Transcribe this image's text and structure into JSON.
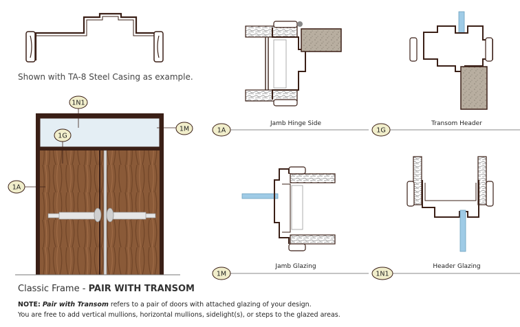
{
  "caption": "Shown with TA-8 Steel Casing as example.",
  "callouts": {
    "transom_panel": "1N1",
    "door_glazing": "1G",
    "mullion": "1M",
    "door_frame": "1A"
  },
  "details": [
    {
      "tag": "1A",
      "label": "Jamb Hinge Side"
    },
    {
      "tag": "1G",
      "label": "Transom Header"
    },
    {
      "tag": "1M",
      "label": "Jamb Glazing"
    },
    {
      "tag": "1N1",
      "label": "Header Glazing"
    }
  ],
  "title": {
    "prefix": "Classic Frame - ",
    "bold": "PAIR WITH TRANSOM"
  },
  "note": {
    "label": "NOTE:",
    "term": "Pair with Transom",
    "line1_rest": " refers to a pair of doors with attached glazing of your design.",
    "line2": "You are free to add vertical mullions, horizontal mullions, sidelight(s), or steps to the glazed areas."
  },
  "colors": {
    "frame": "#3a1f16",
    "wood": "#8a5a38",
    "glass": "#9fcbe6",
    "callout_fill": "#f1eecb",
    "drywall": "#b8aea0",
    "line": "#888888"
  }
}
